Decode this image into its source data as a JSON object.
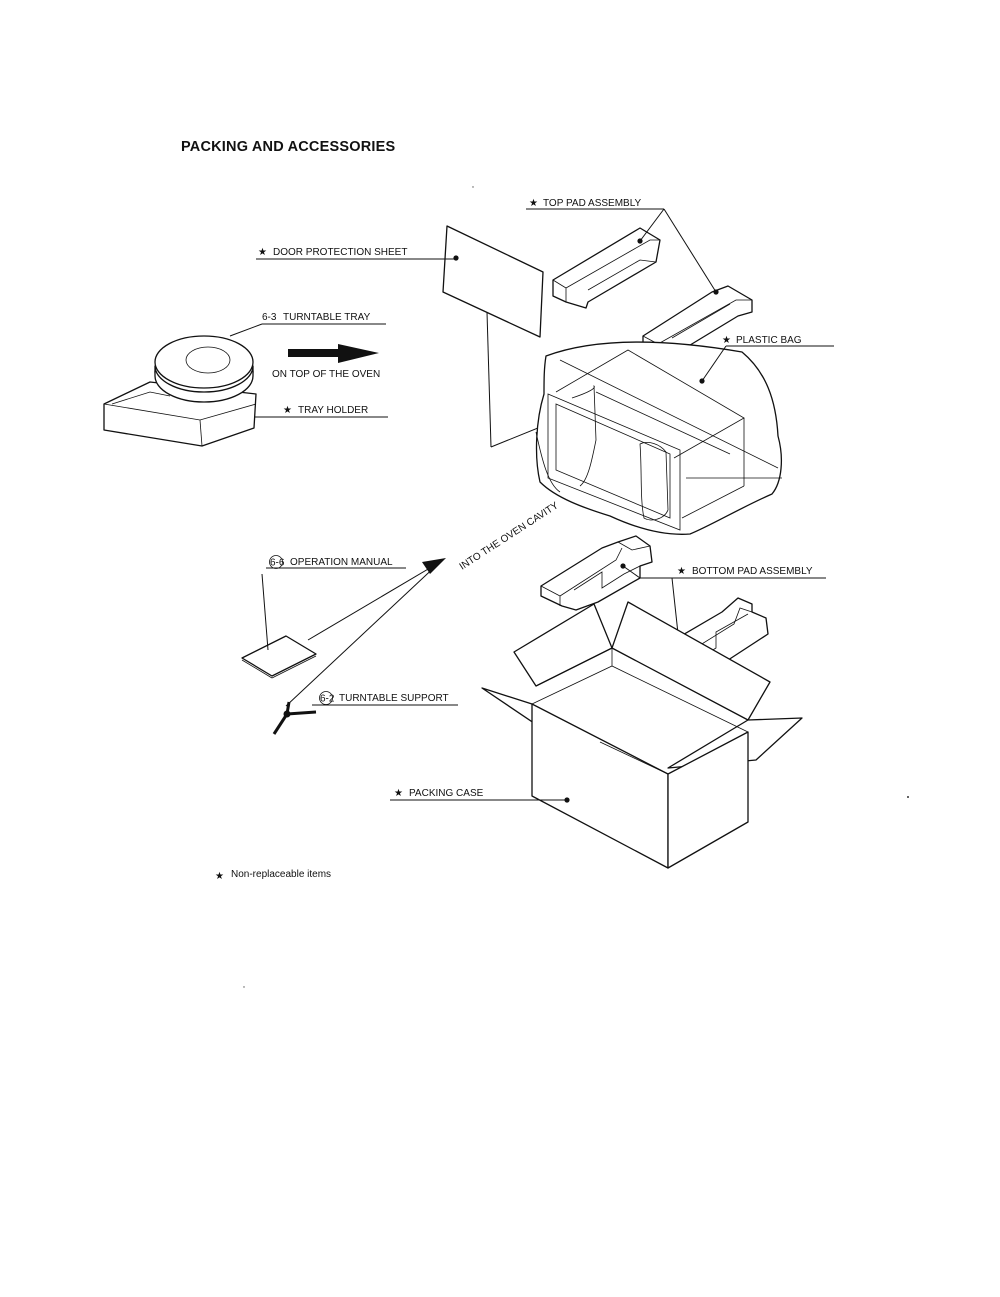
{
  "title": "PACKING AND ACCESSORIES",
  "labels": {
    "top_pad": "TOP PAD ASSEMBLY",
    "door_sheet": "DOOR PROTECTION SHEET",
    "turntable_tray": "TURNTABLE TRAY",
    "turntable_tray_code": "6-3",
    "on_top": "ON TOP OF THE OVEN",
    "tray_holder": "TRAY HOLDER",
    "plastic_bag": "PLASTIC BAG",
    "into_cavity": "INTO THE OVEN CAVITY",
    "operation_manual": "OPERATION MANUAL",
    "operation_manual_code": "6-6",
    "bottom_pad": "BOTTOM PAD ASSEMBLY",
    "turntable_support": "TURNTABLE SUPPORT",
    "turntable_support_code": "6-2",
    "packing_case": "PACKING CASE"
  },
  "legend": {
    "star": "★",
    "text": "Non-replaceable items"
  }
}
